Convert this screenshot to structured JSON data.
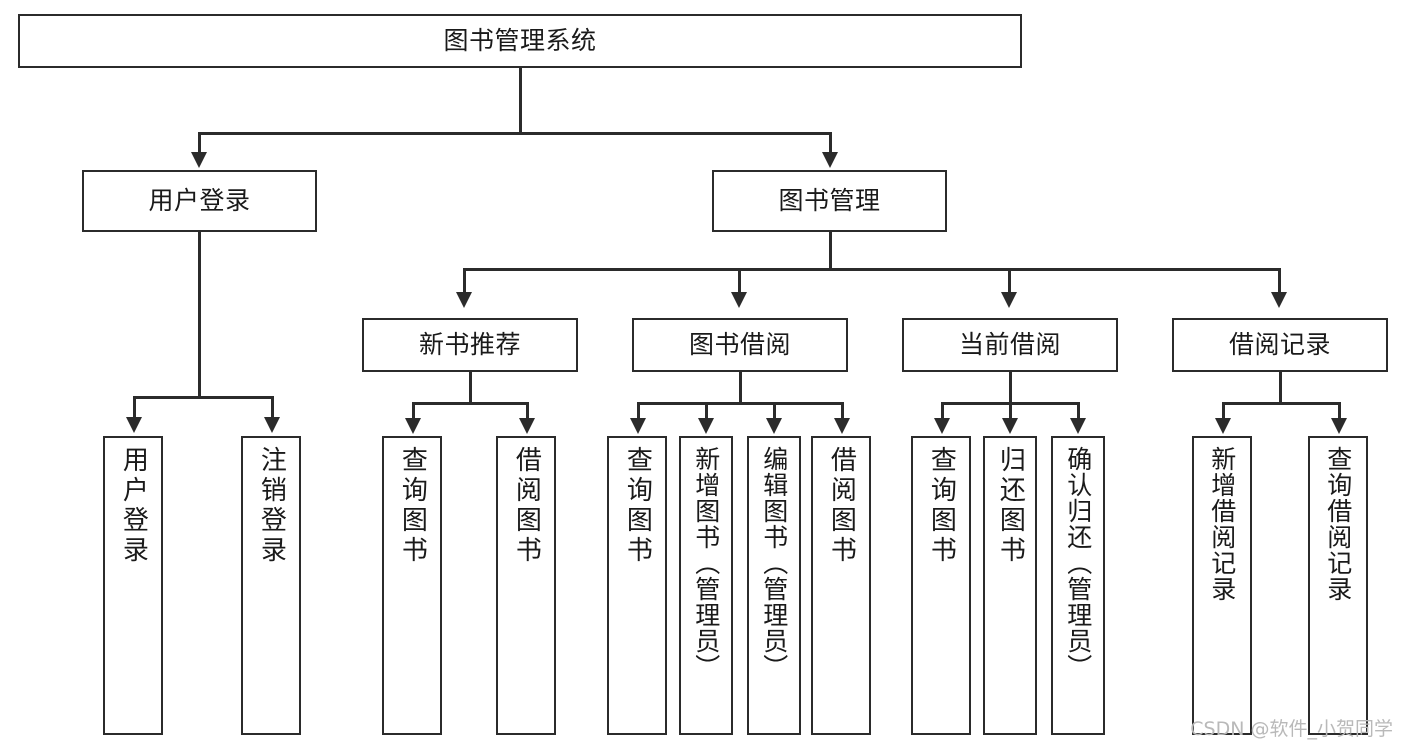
{
  "diagram": {
    "type": "hierarchy-tree",
    "title": "图书管理系统",
    "levels": 4,
    "orientation": "top-down",
    "colors": {
      "box_border": "#2b2b2b",
      "box_fill": "#ffffff",
      "connector": "#2b2b2b",
      "text": "#1a1a1a",
      "watermark": "#b9b9b9",
      "background": "#ffffff"
    }
  },
  "nodes": {
    "root": {
      "label": "图书管理系统"
    },
    "level2": [
      {
        "id": "user-login",
        "label": "用户登录"
      },
      {
        "id": "book-management",
        "label": "图书管理"
      }
    ],
    "level3": [
      {
        "id": "new-book-recommendation",
        "label": "新书推荐"
      },
      {
        "id": "book-borrow",
        "label": "图书借阅"
      },
      {
        "id": "current-borrow",
        "label": "当前借阅"
      },
      {
        "id": "borrow-record",
        "label": "借阅记录"
      }
    ],
    "leaves": [
      {
        "id": "leaf-user-login",
        "label": "用户登录",
        "parent": "user-login"
      },
      {
        "id": "leaf-logout",
        "label": "注销登录",
        "parent": "user-login"
      },
      {
        "id": "leaf-query-books-1",
        "label": "查询图书",
        "parent": "new-book-recommendation"
      },
      {
        "id": "leaf-borrow-books-1",
        "label": "借阅图书",
        "parent": "new-book-recommendation"
      },
      {
        "id": "leaf-query-books-2",
        "label": "查询图书",
        "parent": "book-borrow"
      },
      {
        "id": "leaf-add-book",
        "label": "新增图书（管理员）",
        "parent": "book-borrow"
      },
      {
        "id": "leaf-edit-book",
        "label": "编辑图书（管理员）",
        "parent": "book-borrow"
      },
      {
        "id": "leaf-borrow-books-2",
        "label": "借阅图书",
        "parent": "book-borrow"
      },
      {
        "id": "leaf-query-books-3",
        "label": "查询图书",
        "parent": "current-borrow"
      },
      {
        "id": "leaf-return-book",
        "label": "归还图书",
        "parent": "current-borrow"
      },
      {
        "id": "leaf-confirm-return",
        "label": "确认归还（管理员）",
        "parent": "current-borrow"
      },
      {
        "id": "leaf-add-record",
        "label": "新增借阅记录",
        "parent": "borrow-record"
      },
      {
        "id": "leaf-query-record",
        "label": "查询借阅记录",
        "parent": "borrow-record"
      }
    ]
  },
  "watermark": {
    "text": "CSDN @软件_小贺同学"
  }
}
